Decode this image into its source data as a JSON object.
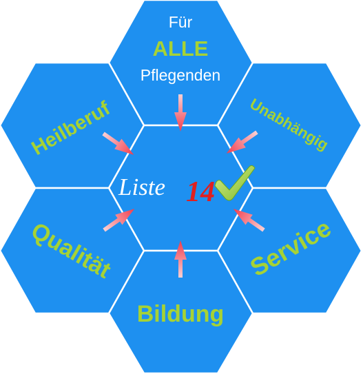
{
  "colors": {
    "hex_fill": "#1e90f0",
    "hex_stroke": "#ffffff",
    "label_green": "#a6d235",
    "white_text": "#ffffff",
    "arrow_red": "#f03c4c",
    "arrow_light": "#fbd0d4",
    "logo_red": "#e02020",
    "check_green": "#9bd13a"
  },
  "center": {
    "logo_word": "Liste",
    "logo_number": "14",
    "check_icon": "checkmark-icon"
  },
  "top": {
    "line1": "Für",
    "line2": "ALLE",
    "line3": "Pflegenden"
  },
  "labels": {
    "upper_left": "Heilberuf",
    "upper_right": "Unabhängig",
    "lower_left": "Qualität",
    "lower_right": "Service",
    "bottom": "Bildung"
  }
}
